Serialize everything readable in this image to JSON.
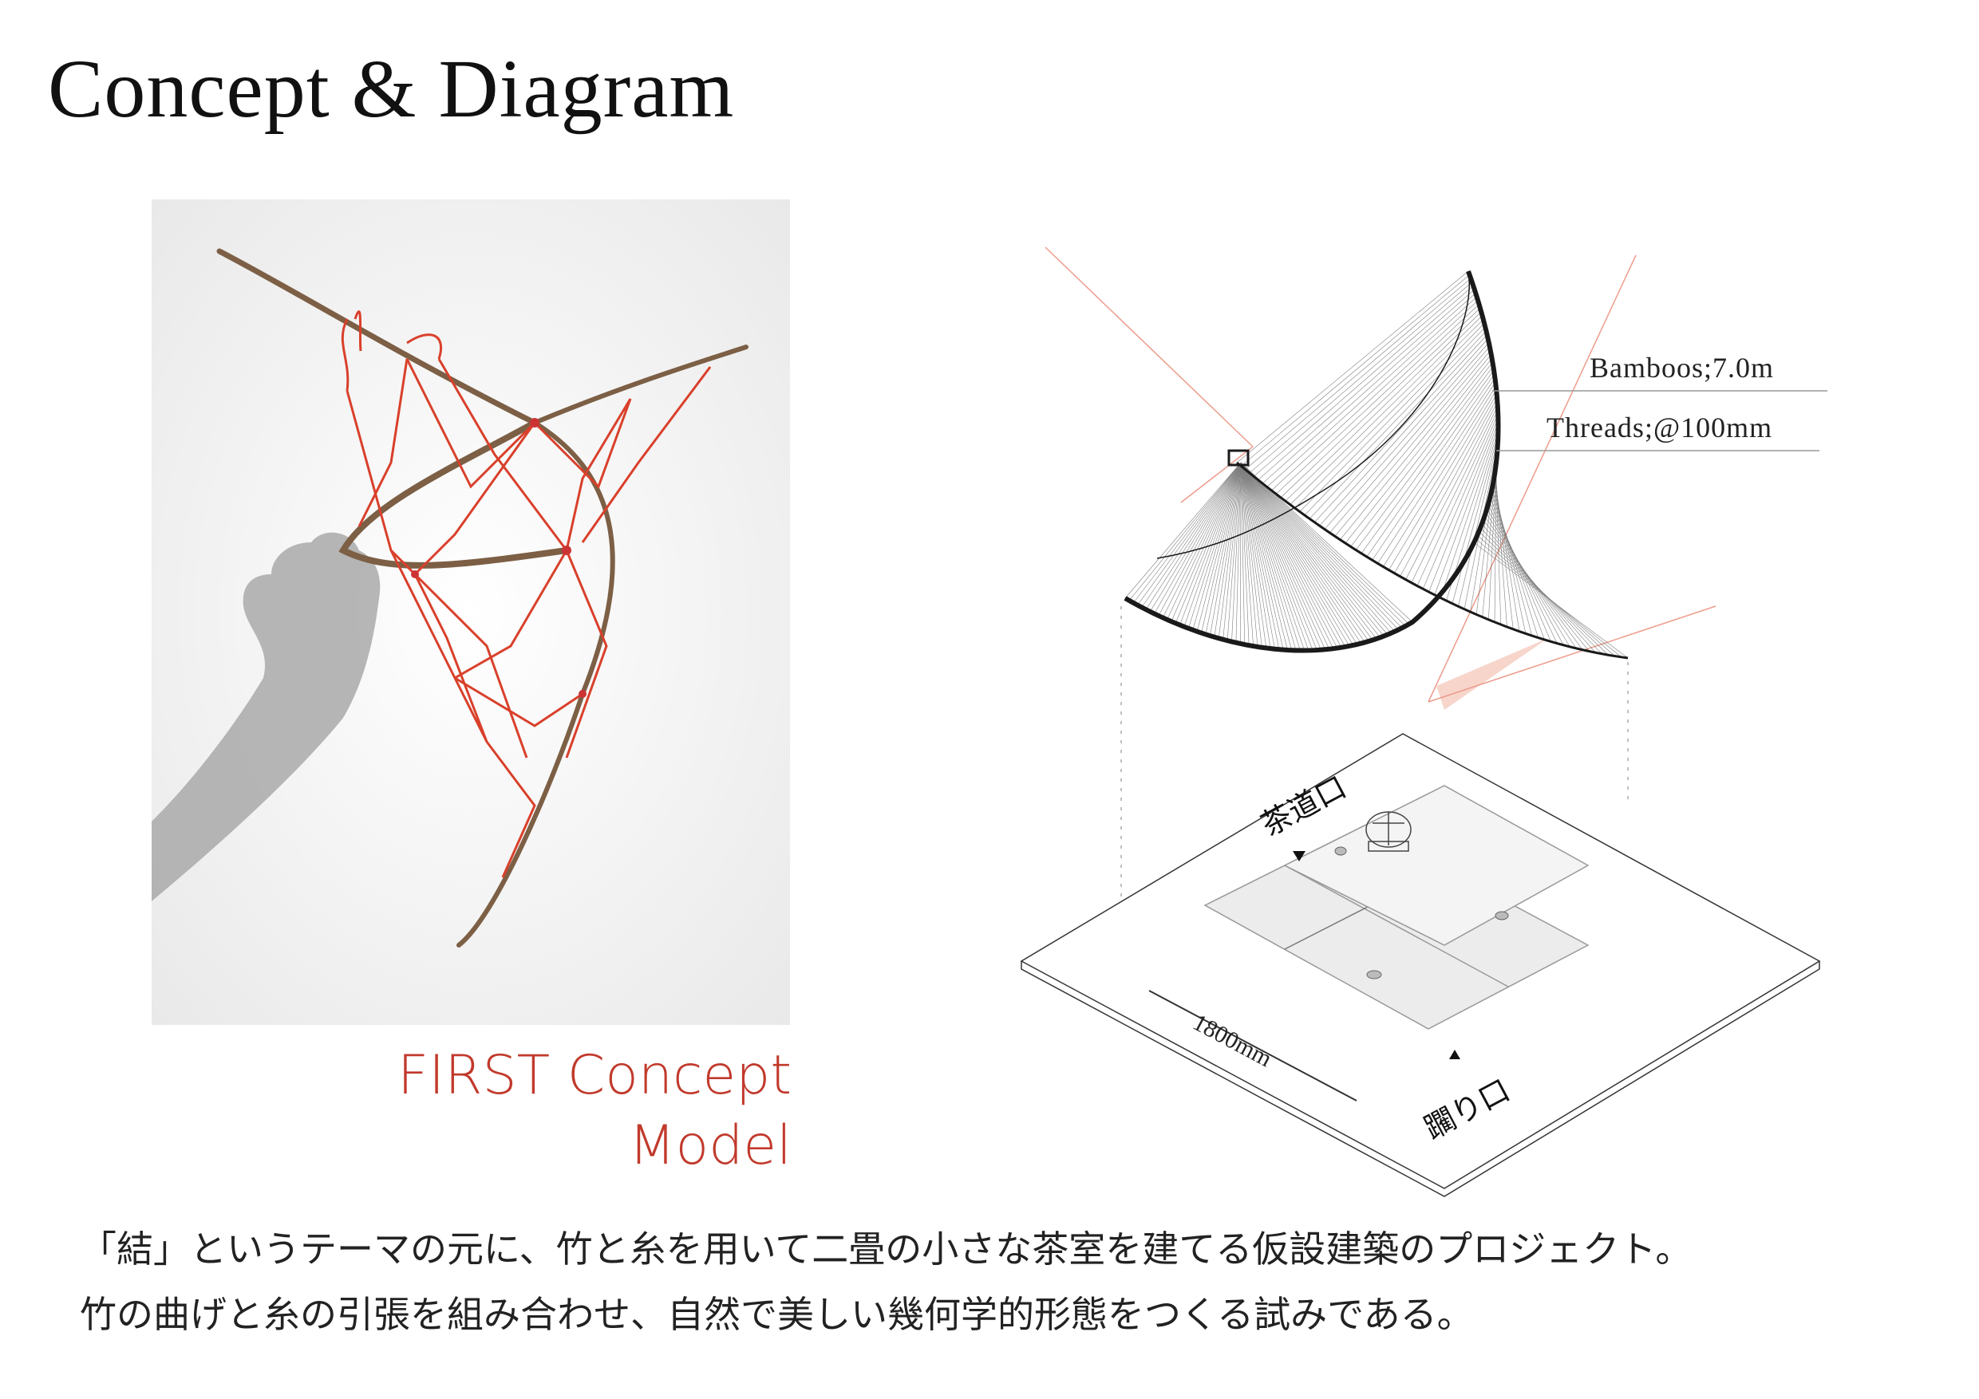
{
  "header": {
    "title": "Concept & Diagram"
  },
  "photo": {
    "caption_line1": "FIRST Concept",
    "caption_line2": "Model",
    "colors": {
      "thread": "#d9402b",
      "bamboo": "#7c5f45",
      "background": "#efefef"
    }
  },
  "diagram": {
    "bamboo_label": "Bamboos;7.0m",
    "thread_label": "Threads;@100mm",
    "tea_entrance": "茶道口",
    "guest_entrance": "躙り口",
    "dimension": "1800mm",
    "colors": {
      "guide": "#e8836f",
      "line": "#1a1a1a",
      "tatami": "#ececec"
    }
  },
  "description": {
    "line1": "「結」というテーマの元に、竹と糸を用いて二畳の小さな茶室を建てる仮設建築のプロジェクト。",
    "line2": "竹の曲げと糸の引張を組み合わせ、自然で美しい幾何学的形態をつくる試みである。"
  }
}
